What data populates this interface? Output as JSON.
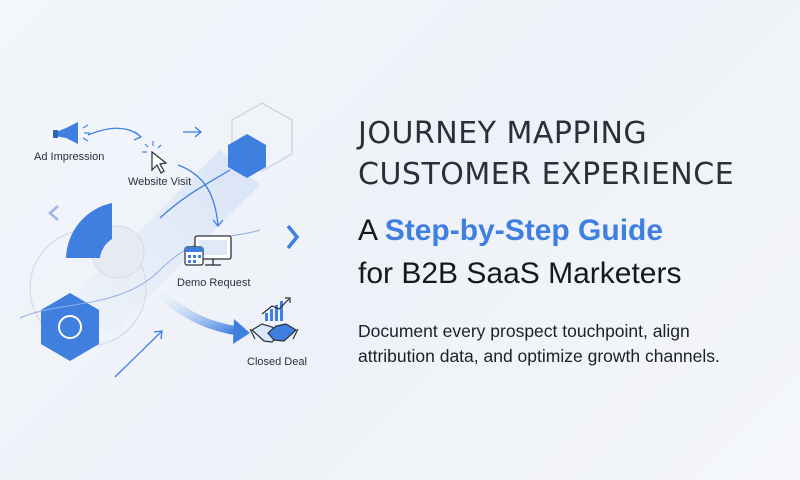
{
  "stages": [
    {
      "label": "Ad Impression",
      "icon": "megaphone-icon"
    },
    {
      "label": "Website Visit",
      "icon": "cursor-click-icon"
    },
    {
      "label": "Demo Request",
      "icon": "monitor-calendar-icon"
    },
    {
      "label": "Closed Deal",
      "icon": "handshake-chart-icon"
    }
  ],
  "headline": {
    "line1": "JOURNEY MAPPING",
    "line2": "CUSTOMER EXPERIENCE"
  },
  "subheadline": {
    "prefix": "A ",
    "highlight": "Step-by-Step Guide",
    "line2": "for B2B SaaS Marketers"
  },
  "body": {
    "line1": "Document every prospect touchpoint, align",
    "line2": "attribution data, and optimize growth channels."
  },
  "colors": {
    "accent": "#3f7fe0",
    "text": "#15181d",
    "background": "#f1f4f9"
  }
}
